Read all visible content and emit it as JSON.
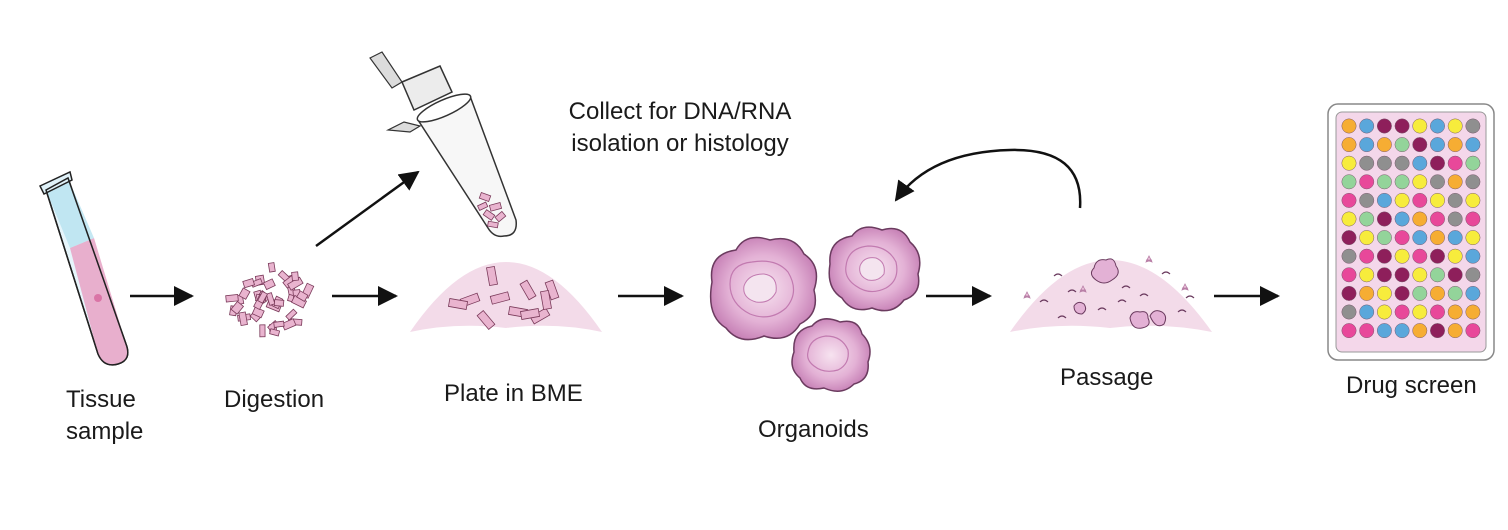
{
  "steps": {
    "tissue": [
      "Tissue",
      "sample"
    ],
    "digestion": "Digestion",
    "plate": "Plate in BME",
    "collect": [
      "Collect for DNA/RNA",
      "isolation or histology"
    ],
    "organoids": "Organoids",
    "passage": "Passage",
    "drug": "Drug screen"
  },
  "icons": [
    "test-tube-icon",
    "tissue-fragments-icon",
    "microcentrifuge-tube-icon",
    "bme-dome-icon",
    "organoid-icon",
    "passage-dome-icon",
    "well-plate-icon"
  ],
  "colors": {
    "pink_light": "#f3dbe9",
    "pink_fragment": "#e9b4cf",
    "tube_blue": "#b7e2f0",
    "organoid": "#d79ac6",
    "plate_bg": "#f4d7ea",
    "wells": [
      "#e8489a",
      "#5aa7db",
      "#f7ec3c",
      "#f6ad33",
      "#8f8f8f",
      "#8e1f5b",
      "#93d49a"
    ]
  }
}
